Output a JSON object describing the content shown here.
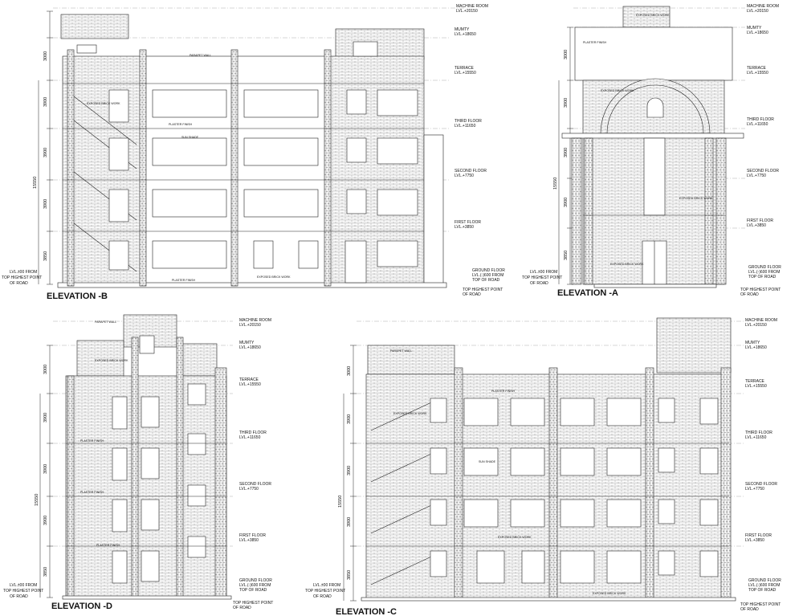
{
  "elevations": [
    {
      "id": "B",
      "title": "ELEVATION -B"
    },
    {
      "id": "A",
      "title": "ELEVATION -A"
    },
    {
      "id": "D",
      "title": "ELEVATION -D"
    },
    {
      "id": "C",
      "title": "ELEVATION -C"
    }
  ],
  "levels": {
    "machine_room": {
      "name": "MACHINE ROOM",
      "value": "LVL.+20150"
    },
    "mumty": {
      "name": "MUMTY",
      "value": "LVL.+18650"
    },
    "terrace": {
      "name": "TERRACE",
      "value": "LVL.+15550"
    },
    "third": {
      "name": "THIRD FLOOR",
      "value": "LVL.+11650"
    },
    "second": {
      "name": "SECOND FLOOR",
      "value": "LVL.+7750"
    },
    "first": {
      "name": "FIRST FLOOR",
      "value": "LVL.+3850"
    },
    "ground": {
      "name": "GROUND FLOOR",
      "value": "LVL.(-)600 FROM",
      "extra1": "TOP OF ROAD",
      "extra2": "TOP HIGHEST POINT",
      "extra3": "OF ROAD"
    }
  },
  "left_level": {
    "l1": "LVL.±00 FROM",
    "l2": "TOP HIGHEST POINT",
    "l3": "OF ROAD"
  },
  "dims": {
    "d3000": "3000",
    "d3900": "3900",
    "d3850": "3850",
    "d15550": "15550"
  },
  "notes": {
    "exposed": "EXPOSED BRICK WORK",
    "plaster": "PLASTER FINISH",
    "parapet": "PARAPET WALL",
    "sunshade": "SUN SHADE",
    "lvl": "LVL.±00"
  }
}
